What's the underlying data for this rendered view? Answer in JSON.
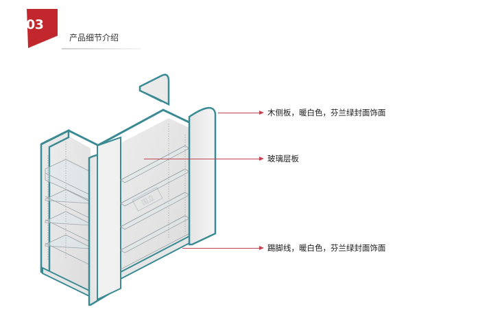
{
  "header": {
    "number": "03",
    "title": "产品细节介绍"
  },
  "callouts": [
    {
      "label": "木侧板，暖白色，芬兰绿封面饰面"
    },
    {
      "label": "玻璃层板"
    },
    {
      "label": "踢脚线，暖白色，芬兰绿封面饰面"
    }
  ],
  "watermark": "国立"
}
